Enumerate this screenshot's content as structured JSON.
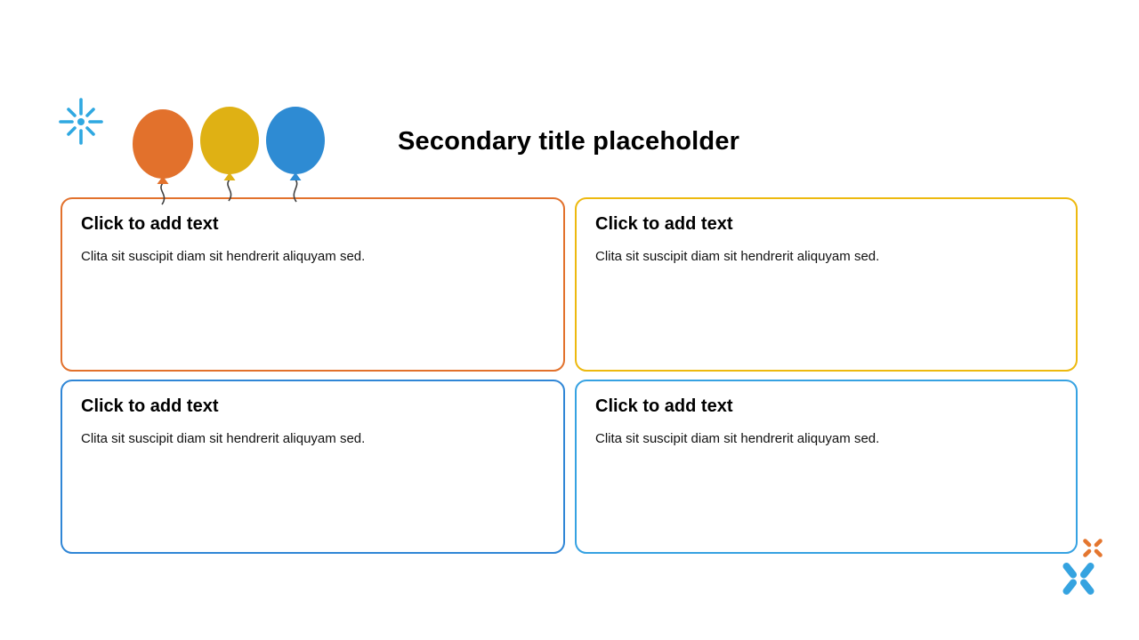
{
  "slide": {
    "title": "Secondary title placeholder",
    "background_color": "#ffffff",
    "title_color": "#000000"
  },
  "cards": [
    {
      "position": "top-left",
      "heading": "Click to add text",
      "body": "Clita sit suscipit diam sit hendrerit aliquyam sed.",
      "border_color": "#e2712c"
    },
    {
      "position": "top-right",
      "heading": "Click to add text",
      "body": "Clita sit suscipit diam sit hendrerit aliquyam sed.",
      "border_color": "#edb90f"
    },
    {
      "position": "bottom-left",
      "heading": "Click to add text",
      "body": "Clita sit suscipit diam sit hendrerit aliquyam sed.",
      "border_color": "#2f86d6"
    },
    {
      "position": "bottom-right",
      "heading": "Click to add text",
      "body": "Clita sit suscipit diam sit hendrerit aliquyam sed.",
      "border_color": "#36a2e2"
    }
  ],
  "decorations": {
    "burst_icon": {
      "name": "firework-burst-icon",
      "color": "#2fa8e1"
    },
    "balloons": [
      {
        "name": "balloon-orange",
        "color": "#e2712c"
      },
      {
        "name": "balloon-yellow",
        "color": "#dfb114"
      },
      {
        "name": "balloon-blue",
        "color": "#2e8bd3"
      }
    ],
    "balloon_string_color": "#404040",
    "cross_small": {
      "name": "sparkle-cross-small",
      "color": "#e4762f"
    },
    "cross_large": {
      "name": "sparkle-cross-large",
      "color": "#35a3e0"
    }
  }
}
